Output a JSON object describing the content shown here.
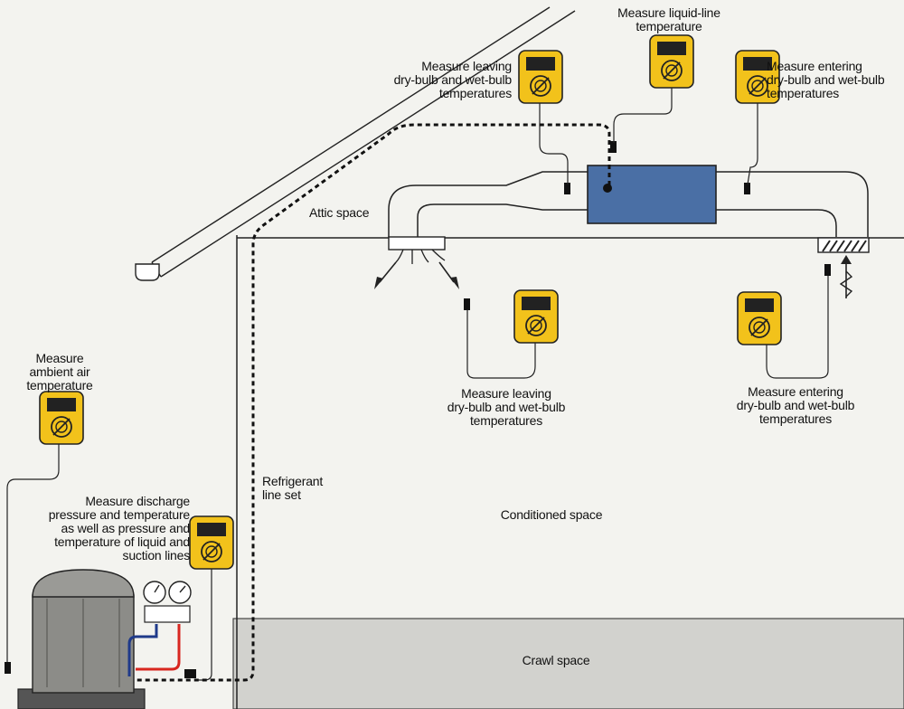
{
  "labels": {
    "liquid_line": "Measure liquid-line\ntemperature",
    "leaving_top": "Measure leaving\ndry-bulb and wet-bulb\ntemperatures",
    "entering_top": "Measure entering\ndry-bulb and wet-bulb\ntemperatures",
    "attic": "Attic space",
    "leaving_bottom": "Measure leaving\ndry-bulb and wet-bulb\ntemperatures",
    "entering_bottom": "Measure entering\ndry-bulb and wet-bulb\ntemperatures",
    "ambient": "Measure\nambient air\ntemperature",
    "discharge": "Measure discharge\npressure and temperature\nas well as pressure and\ntemperature of liquid and\nsuction lines",
    "refrigerant": "Refrigerant\nline set",
    "conditioned": "Conditioned space",
    "crawl": "Crawl space"
  },
  "colors": {
    "meter_body": "#f2c21b",
    "evaporator": "#4a6fa5",
    "liquid_line": "#d8261f",
    "suction_line": "#1f3a8a",
    "crawl_fill": "#d2d2ce",
    "compressor": "#8c8c88"
  },
  "icons": [
    "multimeter-icon",
    "evaporator-coil",
    "supply-register",
    "return-grille",
    "compressor-unit",
    "gauge-manifold",
    "gutter"
  ]
}
